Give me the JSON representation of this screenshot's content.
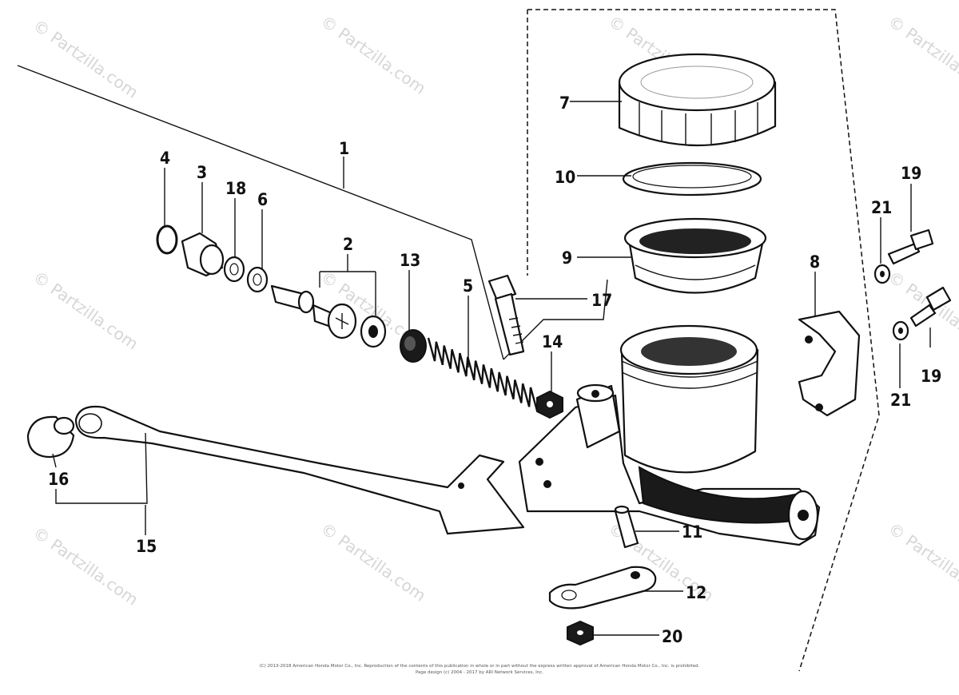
{
  "watermark": {
    "text": "© Partzilla.com"
  },
  "callouts": [
    {
      "id": "c1",
      "text": "1"
    },
    {
      "id": "c2",
      "text": "2"
    },
    {
      "id": "c3",
      "text": "3"
    },
    {
      "id": "c4",
      "text": "4"
    },
    {
      "id": "c5",
      "text": "5"
    },
    {
      "id": "c6",
      "text": "6"
    },
    {
      "id": "c7",
      "text": "7"
    },
    {
      "id": "c8",
      "text": "8"
    },
    {
      "id": "c9",
      "text": "9"
    },
    {
      "id": "c10",
      "text": "10"
    },
    {
      "id": "c11",
      "text": "11"
    },
    {
      "id": "c12",
      "text": "12"
    },
    {
      "id": "c13",
      "text": "13"
    },
    {
      "id": "c14",
      "text": "14"
    },
    {
      "id": "c15",
      "text": "15"
    },
    {
      "id": "c16",
      "text": "16"
    },
    {
      "id": "c17",
      "text": "17"
    },
    {
      "id": "c18",
      "text": "18"
    },
    {
      "id": "c19a",
      "text": "19"
    },
    {
      "id": "c19b",
      "text": "19"
    },
    {
      "id": "c20",
      "text": "20"
    },
    {
      "id": "c21a",
      "text": "21"
    },
    {
      "id": "c21b",
      "text": "21"
    }
  ],
  "footer": {
    "line1": "(C) 2013-2018 American Honda Motor Co., Inc. Reproduction of the contents of this publication in whole or in part without the express written approval of American Honda Motor Co., Inc. is prohibited.",
    "line2": "Page design (c) 2004 - 2017 by ARI Network Services, Inc."
  },
  "colors": {
    "ink": "#111111",
    "watermark": "#d6d6d6",
    "background": "#ffffff"
  }
}
